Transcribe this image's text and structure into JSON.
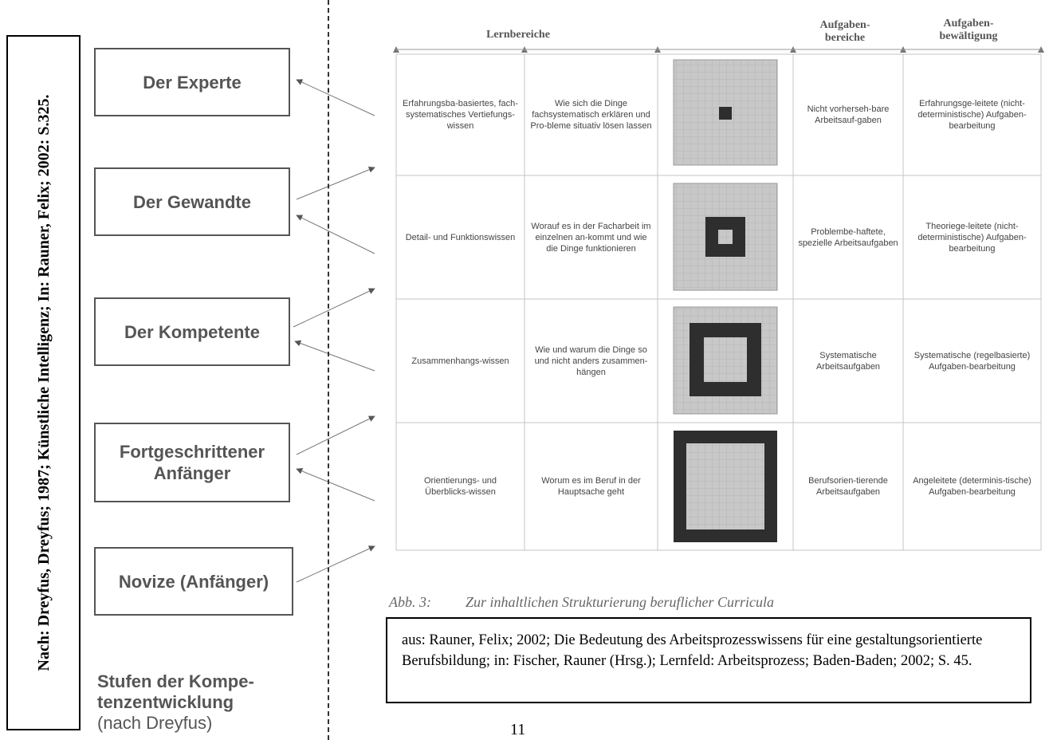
{
  "citation": {
    "text": "Nach: Dreyfus, Dreyfus; 1987; Künstliche Intelligenz; In: Rauner, Felix; 2002: S.325."
  },
  "stages": {
    "items": [
      {
        "label": "Der Experte"
      },
      {
        "label": "Der Gewandte"
      },
      {
        "label": "Der Kompetente"
      },
      {
        "label": "Fortgeschrittener Anfänger"
      },
      {
        "label": "Novize (Anfänger)"
      }
    ],
    "title_bold": "Stufen der Kompe-tenzentwicklung",
    "title_normal": "(nach Dreyfus)"
  },
  "matrix": {
    "headers": {
      "lernbereiche": "Lernbereiche",
      "aufgabenbereiche": "Aufgaben-bereiche",
      "aufgabenbewaeltigung": "Aufgaben-bewältigung"
    },
    "rows": [
      {
        "col1": "Erfahrungsba-basiertes, fach-systematisches Vertiefungs-wissen",
        "col2": "Wie sich die Dinge fachsystematisch erklären und Pro-bleme situativ lösen lassen",
        "col4": "Nicht vorherseh-bare Arbeitsauf-gaben",
        "col5": "Erfahrungsge-leitete (nicht-deterministische) Aufgaben-bearbeitung"
      },
      {
        "col1": "Detail- und Funktionswissen",
        "col2": "Worauf es in der Facharbeit im einzelnen an-kommt und wie die Dinge funktionieren",
        "col4": "Problembe-haftete, spezielle Arbeitsaufgaben",
        "col5": "Theoriege-leitete (nicht-deterministische) Aufgaben-bearbeitung"
      },
      {
        "col1": "Zusammenhangs-wissen",
        "col2": "Wie und warum die Dinge so und nicht anders zusammen-hängen",
        "col4": "Systematische Arbeitsaufgaben",
        "col5": "Systematische (regelbasierte) Aufgaben-bearbeitung"
      },
      {
        "col1": "Orientierungs- und Überblicks-wissen",
        "col2": "Worum es im Beruf in der Hauptsache geht",
        "col4": "Berufsorien-tierende Arbeitsaufgaben",
        "col5": "Angeleitete (determinis-tische) Aufgaben-bearbeitung"
      }
    ]
  },
  "caption": {
    "number": "Abb. 3:",
    "text": "Zur inhaltlichen Strukturierung beruflicher Curricula"
  },
  "source": {
    "text": "aus: Rauner, Felix; 2002; Die Bedeutung des Arbeitsprozesswissens für eine gestaltungsorientierte Berufsbildung; in: Fischer, Rauner (Hrsg.); Lernfeld: Arbeitsprozess; Baden-Baden; 2002; S. 45."
  },
  "page_number": "11",
  "colors": {
    "stage_border": "#555555",
    "stage_text": "#555555",
    "square_light": "#c8c8c8",
    "square_dark": "#2e2e2e",
    "grid_line": "#bbbbbb"
  }
}
